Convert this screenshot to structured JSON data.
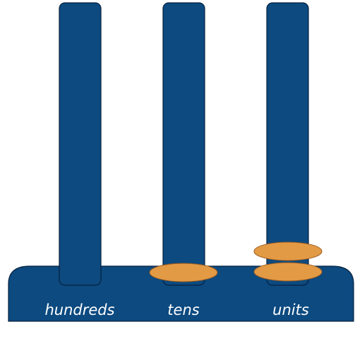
{
  "abacus": {
    "colors": {
      "frame": "#0c4a80",
      "rod": "#0c4a80",
      "outline": "#08213d",
      "bead": "#e39a45",
      "bead_outline": "#9a5a1e",
      "label": "#ffffff"
    },
    "columns": [
      {
        "label": "hundreds",
        "beads": 0
      },
      {
        "label": "tens",
        "beads": 1
      },
      {
        "label": "units",
        "beads": 2
      }
    ]
  }
}
